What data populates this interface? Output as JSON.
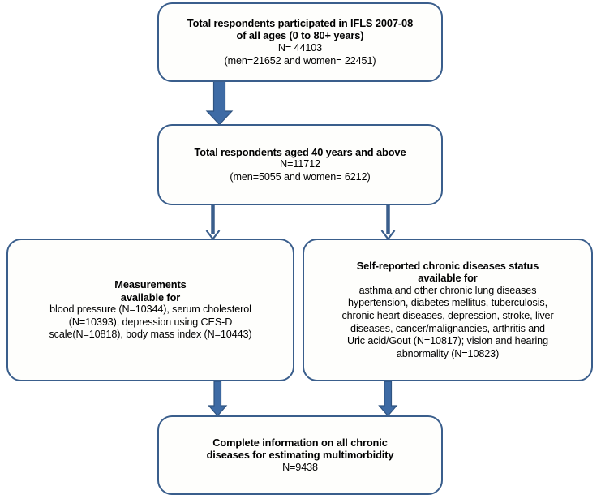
{
  "diagram": {
    "title": "IFLS 2007-08 multimorbidity study sample flow chart",
    "type": "flowchart",
    "accent_color": "#3A5E8C",
    "arrow_color": "#3A68A0",
    "box_fill": "#FEFEFC",
    "text_color": "#000000"
  },
  "nodes": {
    "total_respondents": {
      "heading_line1": "Total respondents participated in IFLS 2007-08",
      "heading_line2": "of all ages (0 to 80+ years)",
      "body_line1": "N= 44103",
      "body_line2": "(men=21652 and women= 22451)"
    },
    "aged_40_above": {
      "heading_line1": "Total respondents aged 40 years and above",
      "body_line1": "N=11712",
      "body_line2": "(men=5055 and women= 6212)"
    },
    "measurements": {
      "heading_line1": "Measurements",
      "heading_line2": "available for",
      "body_line1": "blood pressure (N=10344), serum cholesterol",
      "body_line2": "(N=10393), depression using CES-D",
      "body_line3": "scale(N=10818),  body mass index (N=10443)"
    },
    "chronic_diseases": {
      "heading_line1": "Self-reported chronic diseases status",
      "heading_line2": "available for",
      "body_line1": "asthma and other chronic lung diseases",
      "body_line2": "hypertension, diabetes mellitus, tuberculosis,",
      "body_line3": "chronic heart diseases, depression, stroke, liver",
      "body_line4": "diseases, cancer/malignancies, arthritis and",
      "body_line5": "Uric acid/Gout (N=10817);  vision and hearing",
      "body_line6": "abnormality (N=10823)"
    },
    "complete_info": {
      "heading_line1": "Complete information on all chronic",
      "heading_line2": "diseases for estimating multimorbidity",
      "body_line1": "N=9438"
    }
  },
  "connectors": [
    {
      "name": "arrow-total-to-aged40",
      "style": "block",
      "from": "total_respondents",
      "to": "aged_40_above"
    },
    {
      "name": "arrow-aged40-to-measurements",
      "style": "line",
      "from": "aged_40_above",
      "to": "measurements"
    },
    {
      "name": "arrow-aged40-to-chronic",
      "style": "line",
      "from": "aged_40_above",
      "to": "chronic_diseases"
    },
    {
      "name": "arrow-measurements-to-complete",
      "style": "block",
      "from": "measurements",
      "to": "complete_info"
    },
    {
      "name": "arrow-chronic-to-complete",
      "style": "block",
      "from": "chronic_diseases",
      "to": "complete_info"
    }
  ]
}
